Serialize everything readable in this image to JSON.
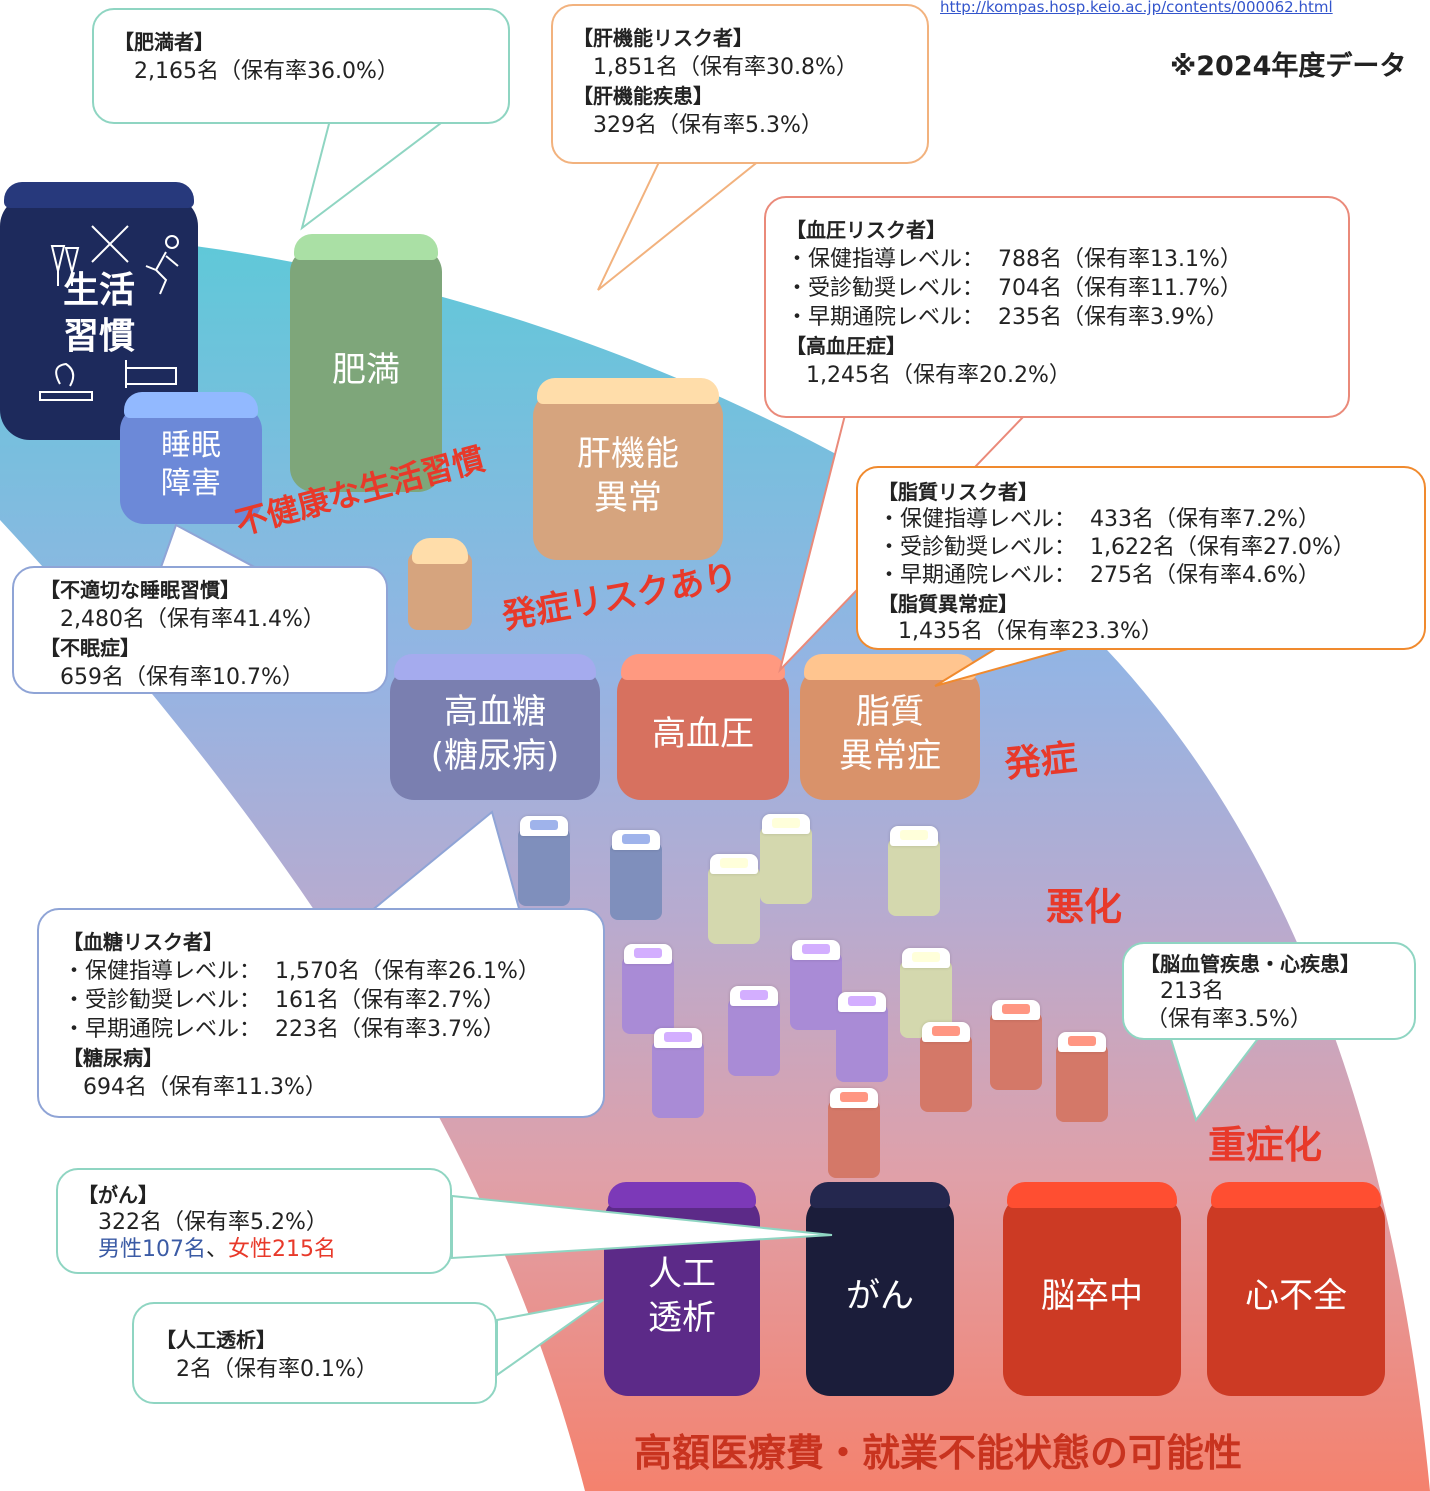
{
  "url": "http://kompas.hosp.keio.ac.jp/contents/000062.html",
  "year_note": "※2024年度データ",
  "lifestyle": {
    "line1": "生活",
    "line2": "習慣"
  },
  "blocks": {
    "sleep": {
      "line1": "睡眠",
      "line2": "障害"
    },
    "obesity": "肥満",
    "liver": {
      "line1": "肝機能",
      "line2": "異常"
    },
    "glucose": {
      "line1": "高血糖",
      "line2": "(糖尿病)"
    },
    "bp": "高血圧",
    "lipid": {
      "line1": "脂質",
      "line2": "異常症"
    },
    "dialysis": {
      "line1": "人工",
      "line2": "透析"
    },
    "cancer": "がん",
    "stroke": "脳卒中",
    "heart": "心不全"
  },
  "stages": {
    "unhealthy": "不健康な生活習慣",
    "risk": "発症リスクあり",
    "onset": "発症",
    "worsen": "悪化",
    "severe": "重症化",
    "bottom": "高額医療費・就業不能状態の可能性"
  },
  "callouts": {
    "obesity": {
      "h1": "【肥満者】",
      "v1": "2,165名（保有率36.0%）"
    },
    "liver": {
      "h1": "【肝機能リスク者】",
      "v1": "1,851名（保有率30.8%）",
      "h2": "【肝機能疾患】",
      "v2": "329名（保有率5.3%）"
    },
    "bp": {
      "h1": "【血圧リスク者】",
      "rows": [
        {
          "label": "・保健指導レベル：",
          "value": "788名（保有率13.1%）"
        },
        {
          "label": "・受診勧奨レベル：",
          "value": "704名（保有率11.7%）"
        },
        {
          "label": "・早期通院レベル：",
          "value": "235名（保有率3.9%）"
        }
      ],
      "h2": "【高血圧症】",
      "v2": "1,245名（保有率20.2%）"
    },
    "lipid": {
      "h1": "【脂質リスク者】",
      "rows": [
        {
          "label": "・保健指導レベル：",
          "value": "433名（保有率7.2%）"
        },
        {
          "label": "・受診勧奨レベル：",
          "value": "1,622名（保有率27.0%）"
        },
        {
          "label": "・早期通院レベル：",
          "value": "275名（保有率4.6%）"
        }
      ],
      "h2": "【脂質異常症】",
      "v2": "1,435名（保有率23.3%）"
    },
    "sleep": {
      "h1": "【不適切な睡眠習慣】",
      "v1": "2,480名（保有率41.4%）",
      "h2": "【不眠症】",
      "v2": "659名（保有率10.7%）"
    },
    "glucose": {
      "h1": "【血糖リスク者】",
      "rows": [
        {
          "label": "・保健指導レベル：",
          "value": "1,570名（保有率26.1%）"
        },
        {
          "label": "・受診勧奨レベル：",
          "value": "161名（保有率2.7%）"
        },
        {
          "label": "・早期通院レベル：",
          "value": "223名（保有率3.7%）"
        }
      ],
      "h2": "【糖尿病】",
      "v2": "694名（保有率11.3%）"
    },
    "cv": {
      "h1": "【脳血管疾患・心疾患】",
      "v1": "213名",
      "v2": "（保有率3.5%）"
    },
    "cancer": {
      "h1": "【がん】",
      "v1": "322名（保有率5.2%）",
      "male": "男性107名",
      "sep": "、",
      "female": "女性215名"
    },
    "dialysis": {
      "h1": "【人工透析】",
      "v1": "2名（保有率0.1%）"
    }
  },
  "colors": {
    "lifestyle": "#1d2a5c",
    "sleep": "#6c89d8",
    "obesity": "#7ea67a",
    "liver": "#d6a47e",
    "glucose": "#7a7fb0",
    "bp": "#d7715f",
    "lipid": "#d9926a",
    "dialysis": "#5c2a88",
    "cancer": "#1b1d3a",
    "stroke": "#cc3a24",
    "heart": "#cc3a24",
    "stage_text": "#e8392a",
    "male": "#3b5ba5",
    "female": "#e8392a"
  }
}
